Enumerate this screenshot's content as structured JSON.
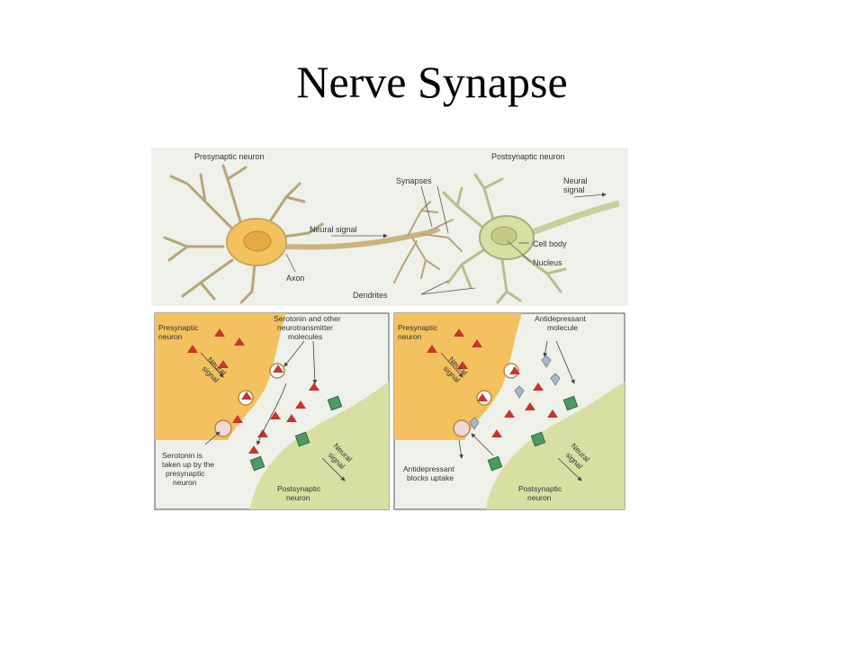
{
  "slide": {
    "title": "Nerve Synapse"
  },
  "top_panel": {
    "presynaptic_neuron": "Presynaptic neuron",
    "postsynaptic_neuron": "Postsynaptic neuron",
    "synapses": "Synapses",
    "neural_signal_mid": "Neural signal",
    "neural_signal_right_1": "Neural",
    "neural_signal_right_2": "signal",
    "axon": "Axon",
    "cell_body": "Cell body",
    "nucleus": "Nucleus",
    "dendrites": "Dendrites"
  },
  "left_panel": {
    "presyn_1": "Presynaptic",
    "presyn_2": "neuron",
    "neural_1": "Neural",
    "signal_1": "signal",
    "sero_1": "Serotonin and other",
    "sero_2": "neurotransmitter",
    "sero_3": "molecules",
    "uptake_1": "Serotonin is",
    "uptake_2": "taken up by the",
    "uptake_3": "presynaptic",
    "uptake_4": "neuron",
    "neural_2": "Neural",
    "signal_2": "signal",
    "postsyn_1": "Postsynaptic",
    "postsyn_2": "neuron"
  },
  "right_panel": {
    "presyn_1": "Presynaptic",
    "presyn_2": "neuron",
    "neural_1": "Neural",
    "signal_1": "signal",
    "anti_1": "Antidepressant",
    "anti_2": "molecule",
    "block_1": "Antidepressant",
    "block_2": "blocks uptake",
    "neural_2": "Neural",
    "signal_2": "signal",
    "postsyn_1": "Postsynaptic",
    "postsyn_2": "neuron"
  },
  "colors": {
    "panel_bg": "#e8ede6",
    "presynaptic": "#f3c25f",
    "postsynaptic": "#d8dfa3",
    "neurotransmitter": "#c8352d",
    "receptor": "#4f9a62",
    "antidepressant": "#a8b7cb"
  }
}
